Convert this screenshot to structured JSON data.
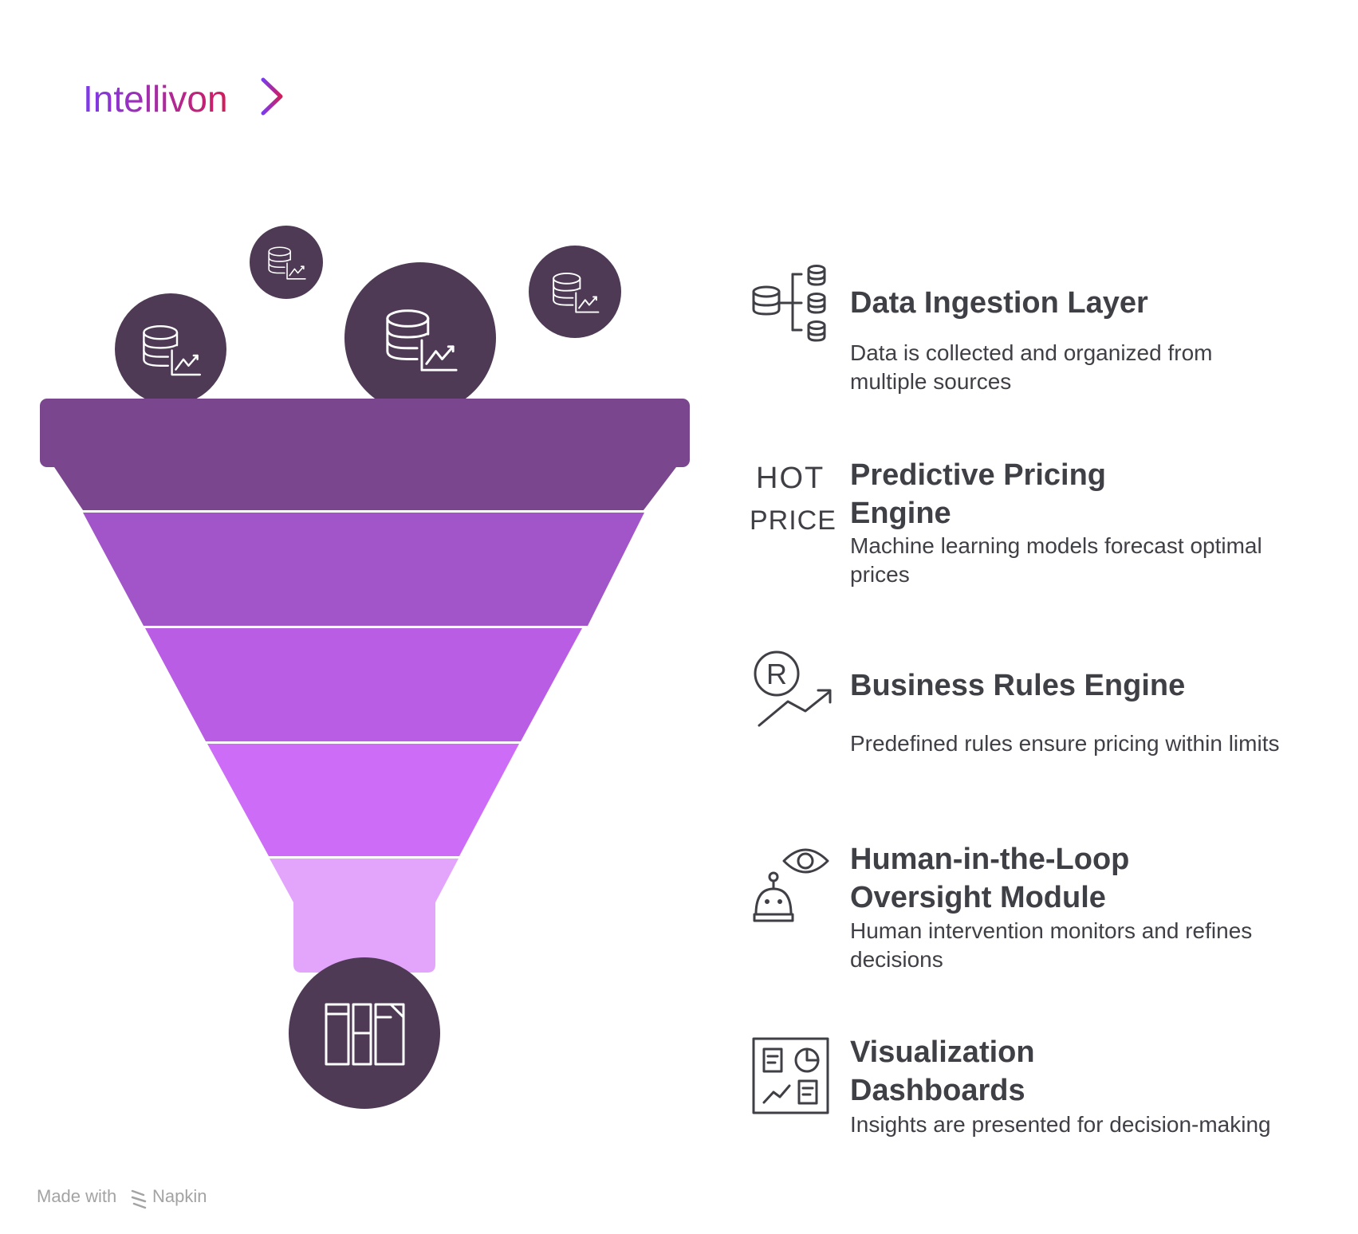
{
  "brand": {
    "name": "Intellivon",
    "gradient_start": "#7c3aed",
    "gradient_end": "#d11d5c"
  },
  "footer": {
    "made_with": "Made with",
    "napkin": "Napkin"
  },
  "colors": {
    "bubble": "#4f3a55",
    "rim": "#7a468e",
    "layers": [
      "#7a468e",
      "#a155c9",
      "#b85de4",
      "#cc6cf7",
      "#e2a5fb"
    ],
    "text": "#3f3f46"
  },
  "steps": [
    {
      "icon": "database-distribution-icon",
      "title_lines": [
        "Data Ingestion Layer"
      ],
      "desc_lines": [
        "Data is collected and organized from",
        "multiple sources"
      ]
    },
    {
      "icon": "hot-price-icon",
      "icon_text": [
        "HOT",
        "PRICE"
      ],
      "title_lines": [
        "Predictive Pricing",
        "Engine"
      ],
      "desc_lines": [
        "Machine learning models forecast optimal",
        "prices"
      ]
    },
    {
      "icon": "registered-growth-icon",
      "icon_text": [
        "R"
      ],
      "title_lines": [
        "Business Rules Engine"
      ],
      "desc_lines": [
        "Predefined rules ensure pricing within limits"
      ]
    },
    {
      "icon": "eye-robot-icon",
      "title_lines": [
        "Human-in-the-Loop",
        "Oversight Module"
      ],
      "desc_lines": [
        "Human intervention monitors and refines",
        "decisions"
      ]
    },
    {
      "icon": "dashboard-icon",
      "title_lines": [
        "Visualization",
        "Dashboards"
      ],
      "desc_lines": [
        "Insights are presented for decision-making"
      ]
    }
  ]
}
